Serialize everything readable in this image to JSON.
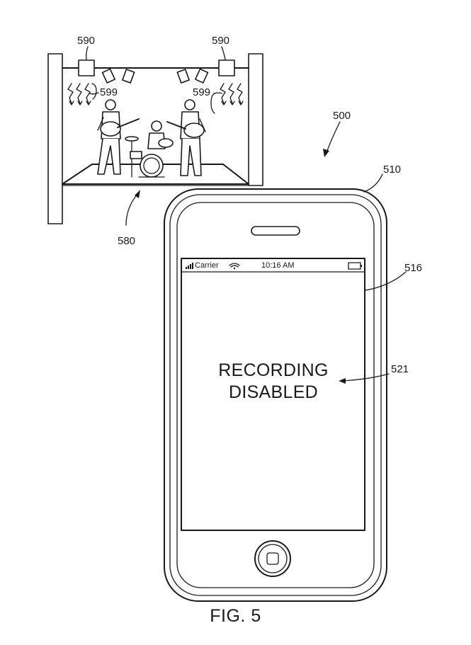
{
  "figure": {
    "caption": "FIG. 5",
    "reference_numerals": {
      "system": "500",
      "device": "510",
      "display": "516",
      "message": "521",
      "venue": "580",
      "emitter_left": "590",
      "emitter_right": "590",
      "signal_left": "599",
      "signal_right": "599"
    }
  },
  "device": {
    "status_bar": {
      "carrier": "Carrier",
      "time": "10:16 AM"
    },
    "screen_message_line1": "RECORDING",
    "screen_message_line2": "DISABLED"
  },
  "colors": {
    "line": "#1a1a1a",
    "background": "#ffffff"
  }
}
